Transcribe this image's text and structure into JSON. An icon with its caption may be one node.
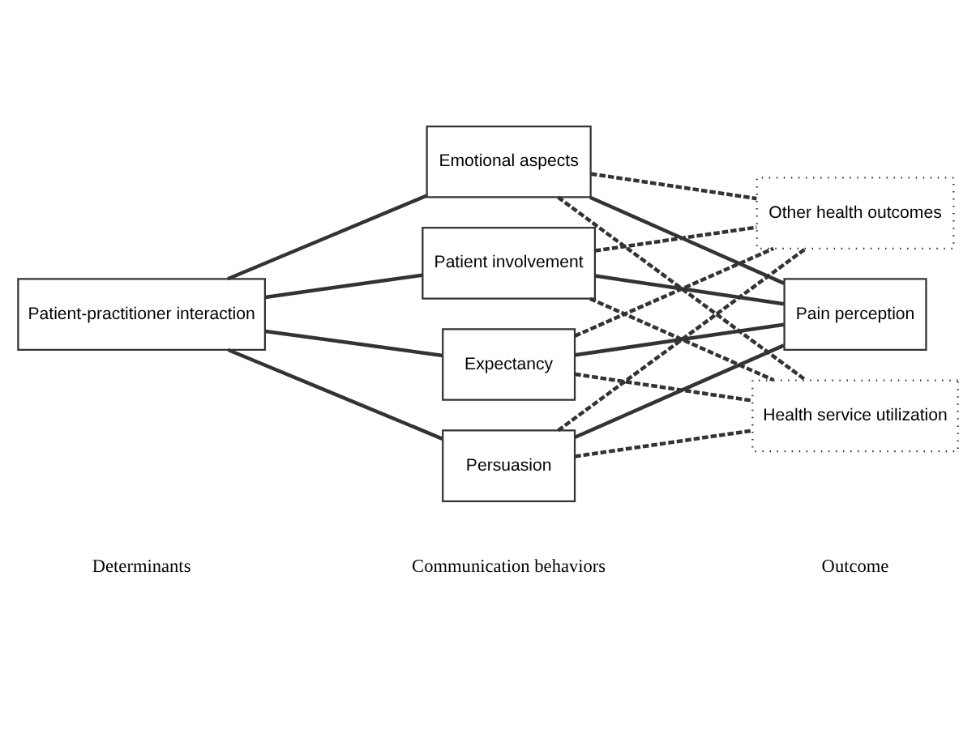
{
  "diagram": {
    "nodes": [
      {
        "text": [
          "Patient-practitioner interaction"
        ]
      },
      {
        "text": [
          "Expectancy"
        ]
      },
      {
        "text": [
          "Persuasion"
        ]
      },
      {
        "text": [
          "Emotional aspects"
        ]
      },
      {
        "text": [
          "Patient involvement"
        ]
      },
      {
        "text": [
          "Other health outcomes"
        ]
      },
      {
        "text": [
          "Pain perception"
        ]
      },
      {
        "text": [
          "Health service utilization"
        ]
      }
    ],
    "edges": [
      {
        "from": 0,
        "to": 1,
        "arrow": "none"
      },
      {
        "from": 0,
        "to": 2,
        "arrow": "none"
      },
      {
        "from": 0,
        "to": 3,
        "arrow": "none"
      },
      {
        "from": 0,
        "to": 4,
        "arrow": "none"
      },
      {
        "from": 1,
        "to": 5,
        "arrow": "none",
        "style": "dashed"
      },
      {
        "from": 1,
        "to": 6,
        "arrow": "none"
      },
      {
        "from": 1,
        "to": 7,
        "arrow": "none",
        "style": "dashed"
      },
      {
        "from": 2,
        "to": 5,
        "arrow": "none",
        "style": "dashed"
      },
      {
        "from": 2,
        "to": 6,
        "arrow": "none"
      },
      {
        "from": 2,
        "to": 7,
        "arrow": "none",
        "style": "dashed"
      },
      {
        "from": 3,
        "to": 5,
        "arrow": "none",
        "style": "dashed"
      },
      {
        "from": 3,
        "to": 6,
        "arrow": "none"
      },
      {
        "from": 3,
        "to": 7,
        "arrow": "none",
        "style": "dashed"
      },
      {
        "from": 4,
        "to": 5,
        "arrow": "none",
        "style": "dashed"
      },
      {
        "from": 4,
        "to": 6,
        "arrow": "none"
      },
      {
        "from": 4,
        "to": 7,
        "arrow": "none",
        "style": "dashed"
      }
    ],
    "labels": [
      "Determinants",
      "Communication behaviors",
      "Outcome"
    ]
  }
}
